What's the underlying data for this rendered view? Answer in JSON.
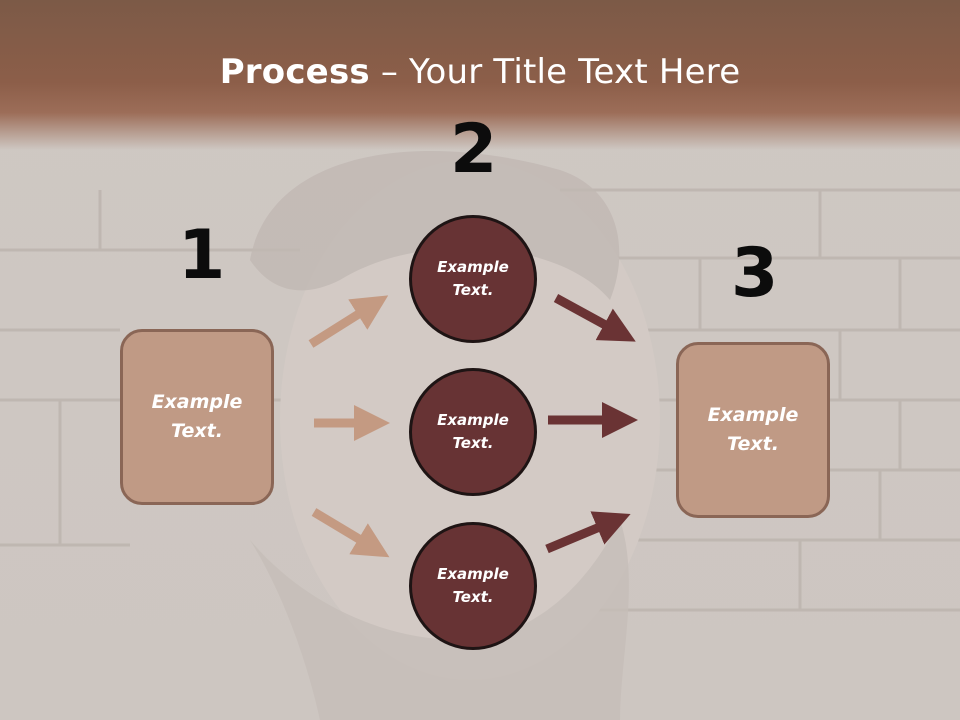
{
  "title": {
    "bold": "Process",
    "rest": " – Your Title Text Here"
  },
  "steps": [
    {
      "number": "1",
      "text": "Example\nText."
    },
    {
      "number": "2",
      "items": [
        "Example\nText.",
        "Example\nText.",
        "Example\nText."
      ]
    },
    {
      "number": "3",
      "text": "Example\nText."
    }
  ],
  "colors": {
    "header": "#8c5e49",
    "box_fill": "#c09a85",
    "circle_fill": "#673334",
    "arrow_light": "#c49a82",
    "arrow_dark": "#6a3334"
  }
}
